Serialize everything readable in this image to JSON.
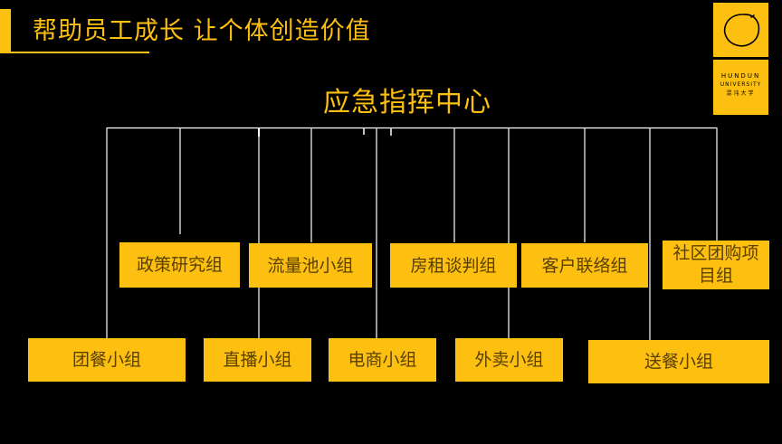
{
  "header": {
    "title": "帮助员工成长  让个体创造价值"
  },
  "logo": {
    "line1": "HUNDUN",
    "line2": "UNIVERSITY",
    "line3": "混沌大学"
  },
  "org_chart": {
    "root": "应急指挥中心",
    "upper_groups": [
      "政策研究组",
      "流量池小组",
      "房租谈判组",
      "客户联络组",
      "社区团购项目组"
    ],
    "lower_groups": [
      "团餐小组",
      "直播小组",
      "电商小组",
      "外卖小组",
      "送餐小组"
    ]
  },
  "colors": {
    "background": "#000000",
    "accent": "#FDC010",
    "box_text": "#5A4000",
    "connector": "#FFFFFF"
  }
}
